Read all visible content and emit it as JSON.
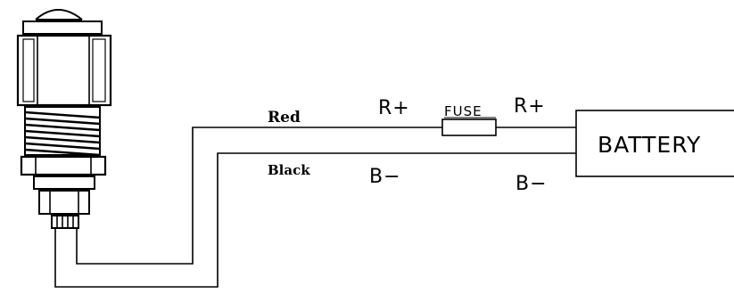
{
  "diagram": {
    "wires": {
      "red_label": "Red",
      "black_label": "Black"
    },
    "terminals": {
      "r_plus_left": "R+",
      "r_plus_right": "R+",
      "b_minus_left": "B−",
      "b_minus_right": "B−"
    },
    "fuse_label": "FUSE",
    "battery_label": "BATTERY",
    "colors": {
      "line": "#000000",
      "background": "#ffffff"
    }
  }
}
